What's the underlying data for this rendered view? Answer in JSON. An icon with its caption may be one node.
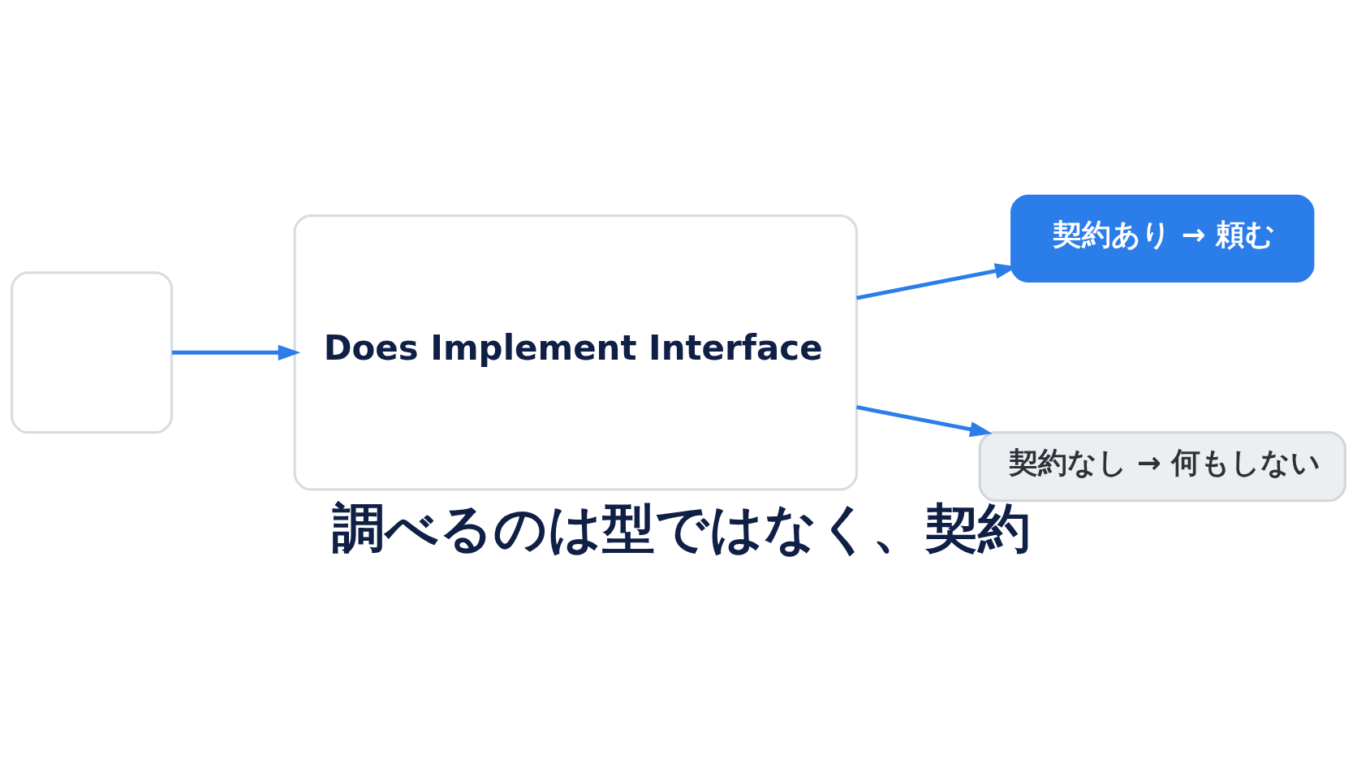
{
  "diagram": {
    "caption": "調べるのは型ではなく、契約",
    "nodes": [
      {
        "text": [],
        "shape": "box"
      },
      {
        "text": [
          "Does Implement Interface"
        ]
      },
      {
        "text": [
          "契約あり → 頼む"
        ]
      },
      {
        "text": [
          "契約なし → 何もしない"
        ]
      }
    ],
    "edges": [
      {
        "from": 0,
        "to": 1,
        "arrow": "to"
      },
      {
        "from": 1,
        "to": 2,
        "arrow": "to"
      },
      {
        "from": 1,
        "to": 3,
        "arrow": "to"
      }
    ]
  }
}
